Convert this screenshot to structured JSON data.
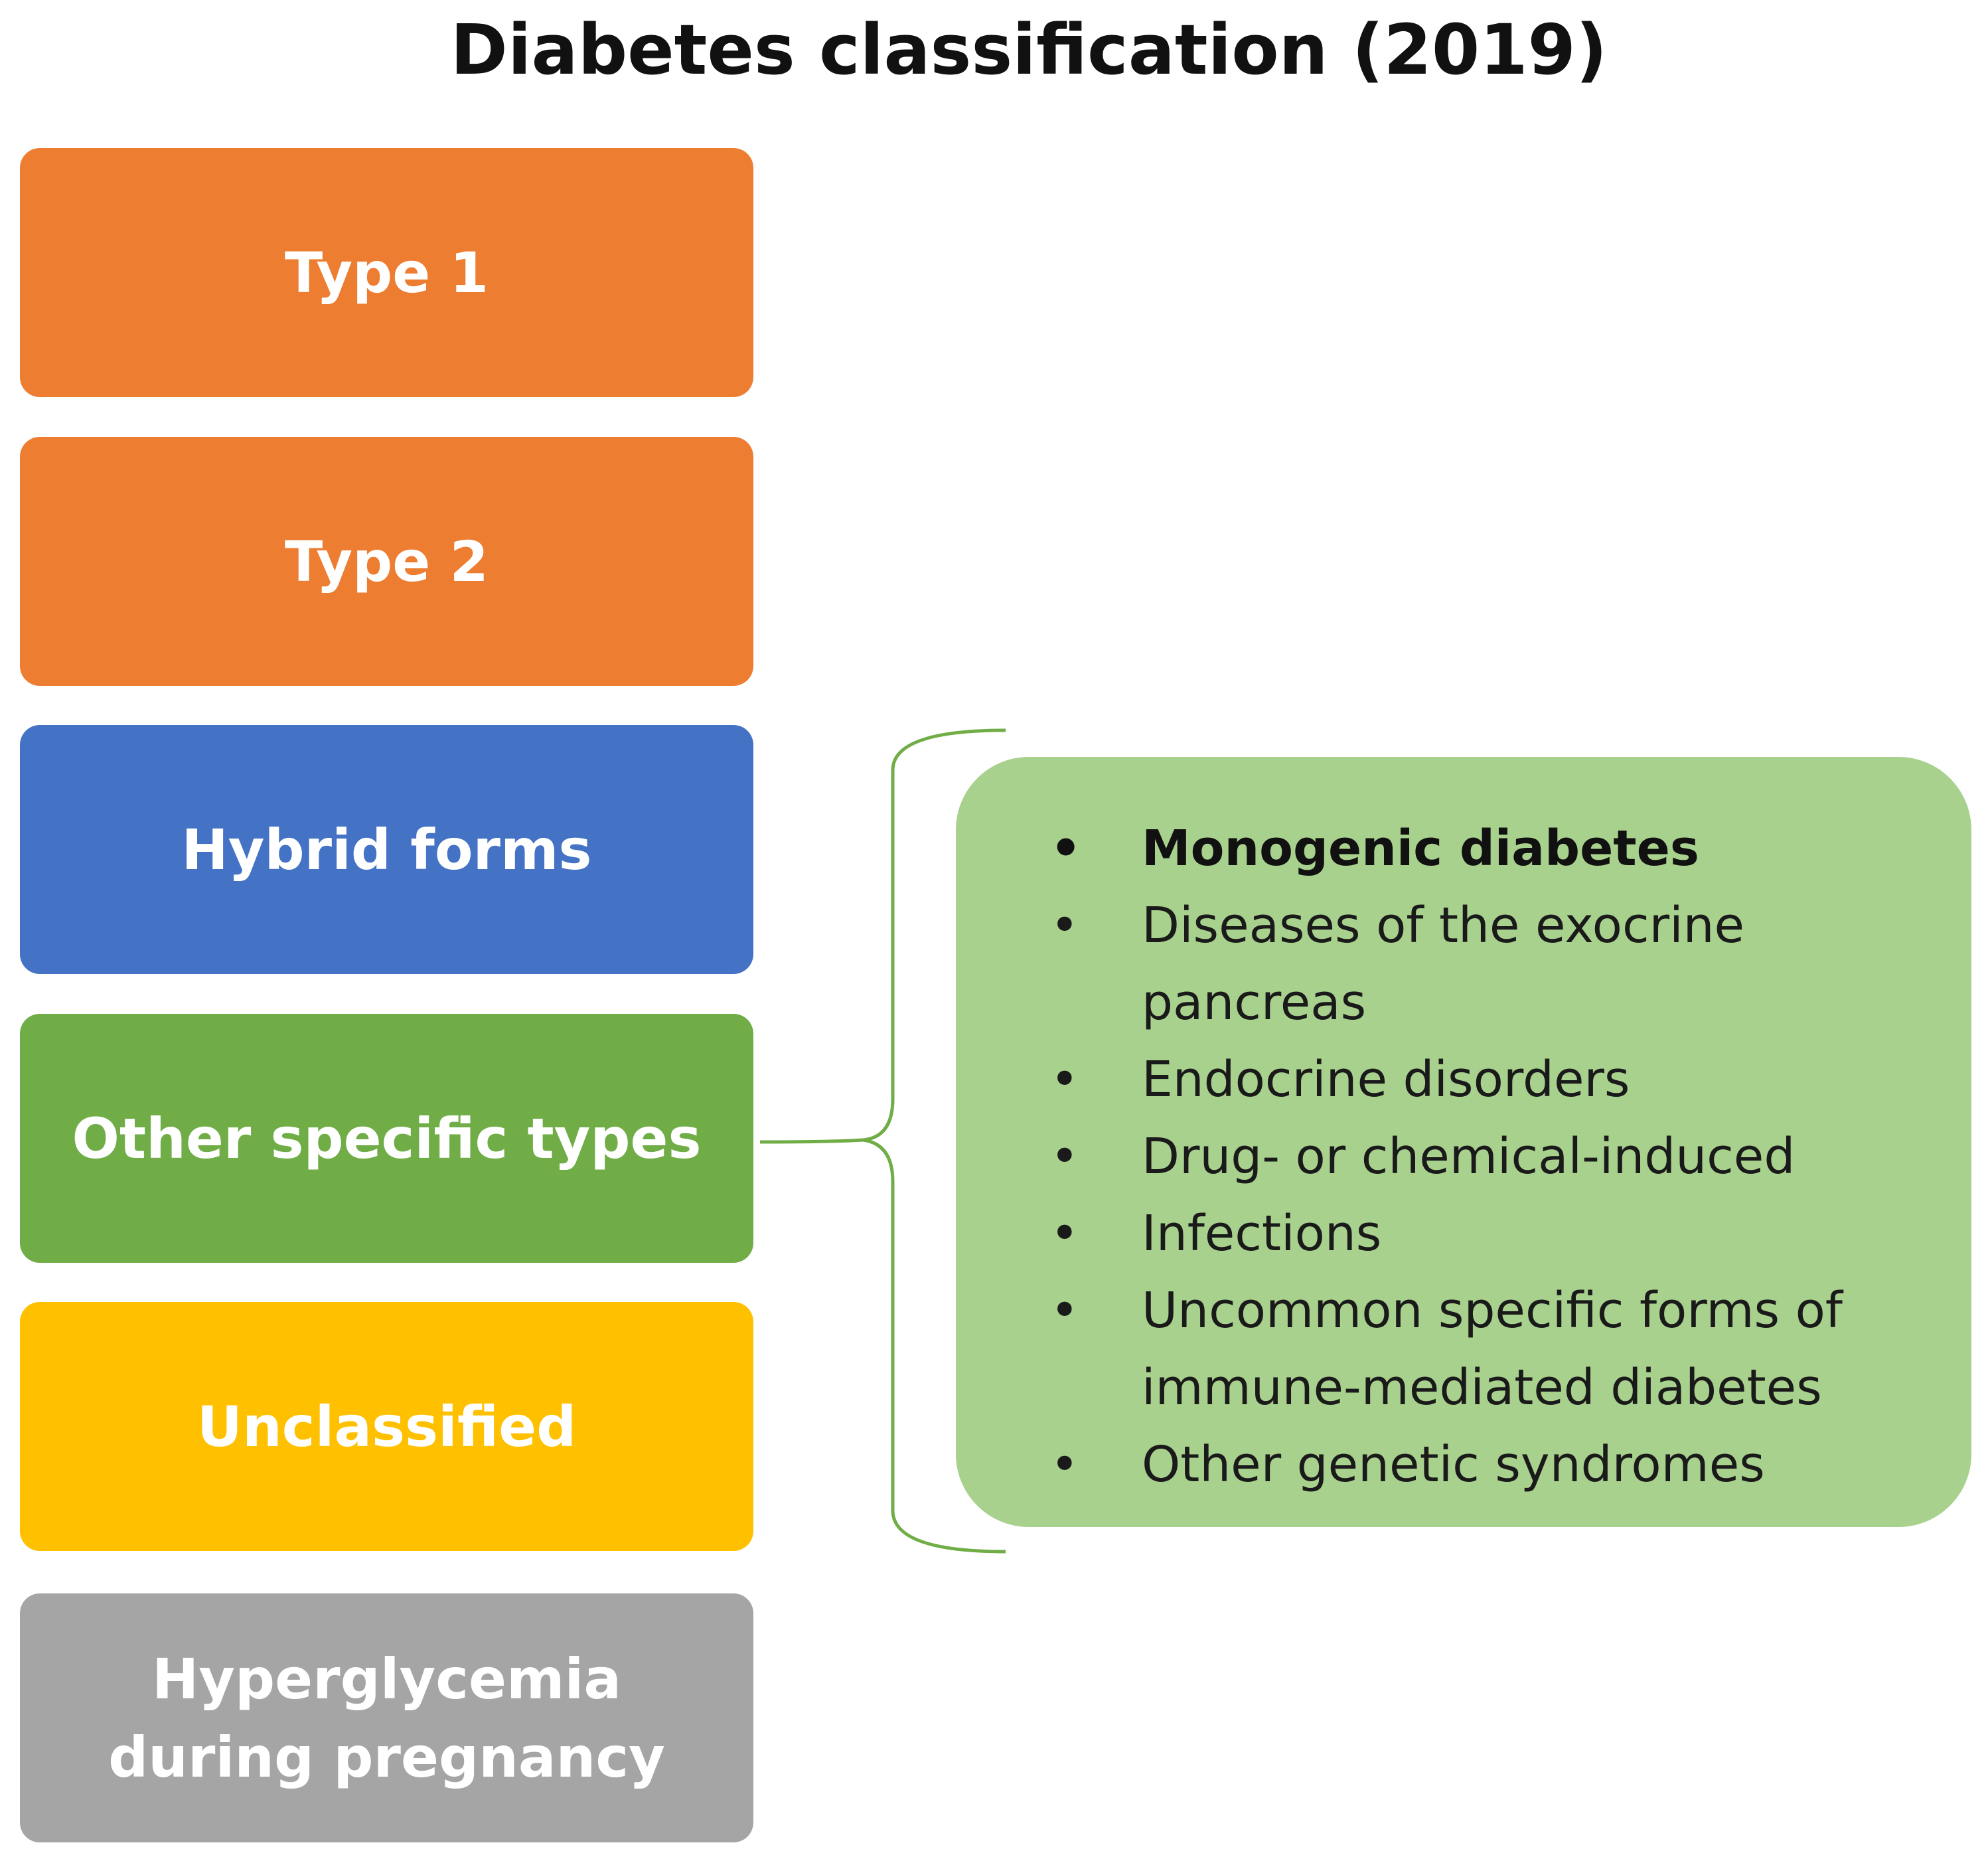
{
  "title": "Diabetes classification (2019)",
  "categories": [
    {
      "label": "Type 1",
      "color": "#ED7D31"
    },
    {
      "label": "Type 2",
      "color": "#ED7D31"
    },
    {
      "label": "Hybrid forms",
      "color": "#4472C4"
    },
    {
      "label": "Other specific types",
      "color": "#70AD47"
    },
    {
      "label": "Unclassified",
      "color": "#FFC000"
    },
    {
      "label": "Hyperglycemia during pregnancy",
      "color": "#A5A5A5"
    }
  ],
  "detail": {
    "color": "#A9D18E",
    "bracket_color": "#70AD47",
    "items": [
      {
        "text": "Monogenic diabetes",
        "bold": true
      },
      {
        "text": "Diseases of the exocrine pancreas",
        "bold": false
      },
      {
        "text": "Endocrine disorders",
        "bold": false
      },
      {
        "text": "Drug- or chemical-induced",
        "bold": false
      },
      {
        "text": "Infections",
        "bold": false
      },
      {
        "text": "Uncommon specific forms of immune-mediated diabetes",
        "bold": false
      },
      {
        "text": "Other genetic syndromes",
        "bold": false
      }
    ]
  }
}
